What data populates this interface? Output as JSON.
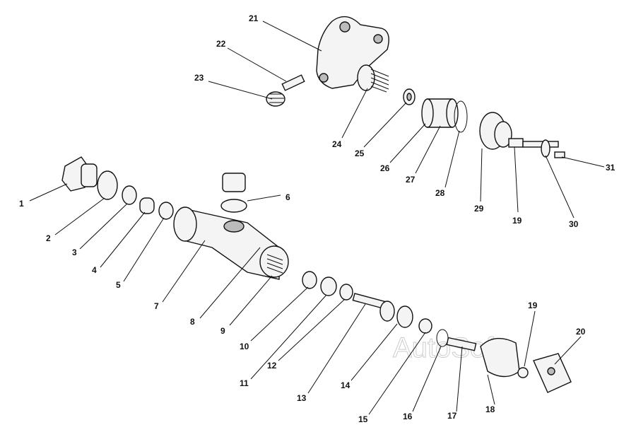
{
  "title": "Exploded parts diagram",
  "watermark": "AutoSoft",
  "labels": [
    "21",
    "22",
    "23",
    "24",
    "25",
    "26",
    "27",
    "28",
    "29",
    "19",
    "30",
    "31",
    "1",
    "2",
    "3",
    "4",
    "5",
    "6",
    "7",
    "8",
    "9",
    "10",
    "11",
    "12",
    "13",
    "14",
    "15",
    "16",
    "17",
    "18",
    "19",
    "20"
  ]
}
